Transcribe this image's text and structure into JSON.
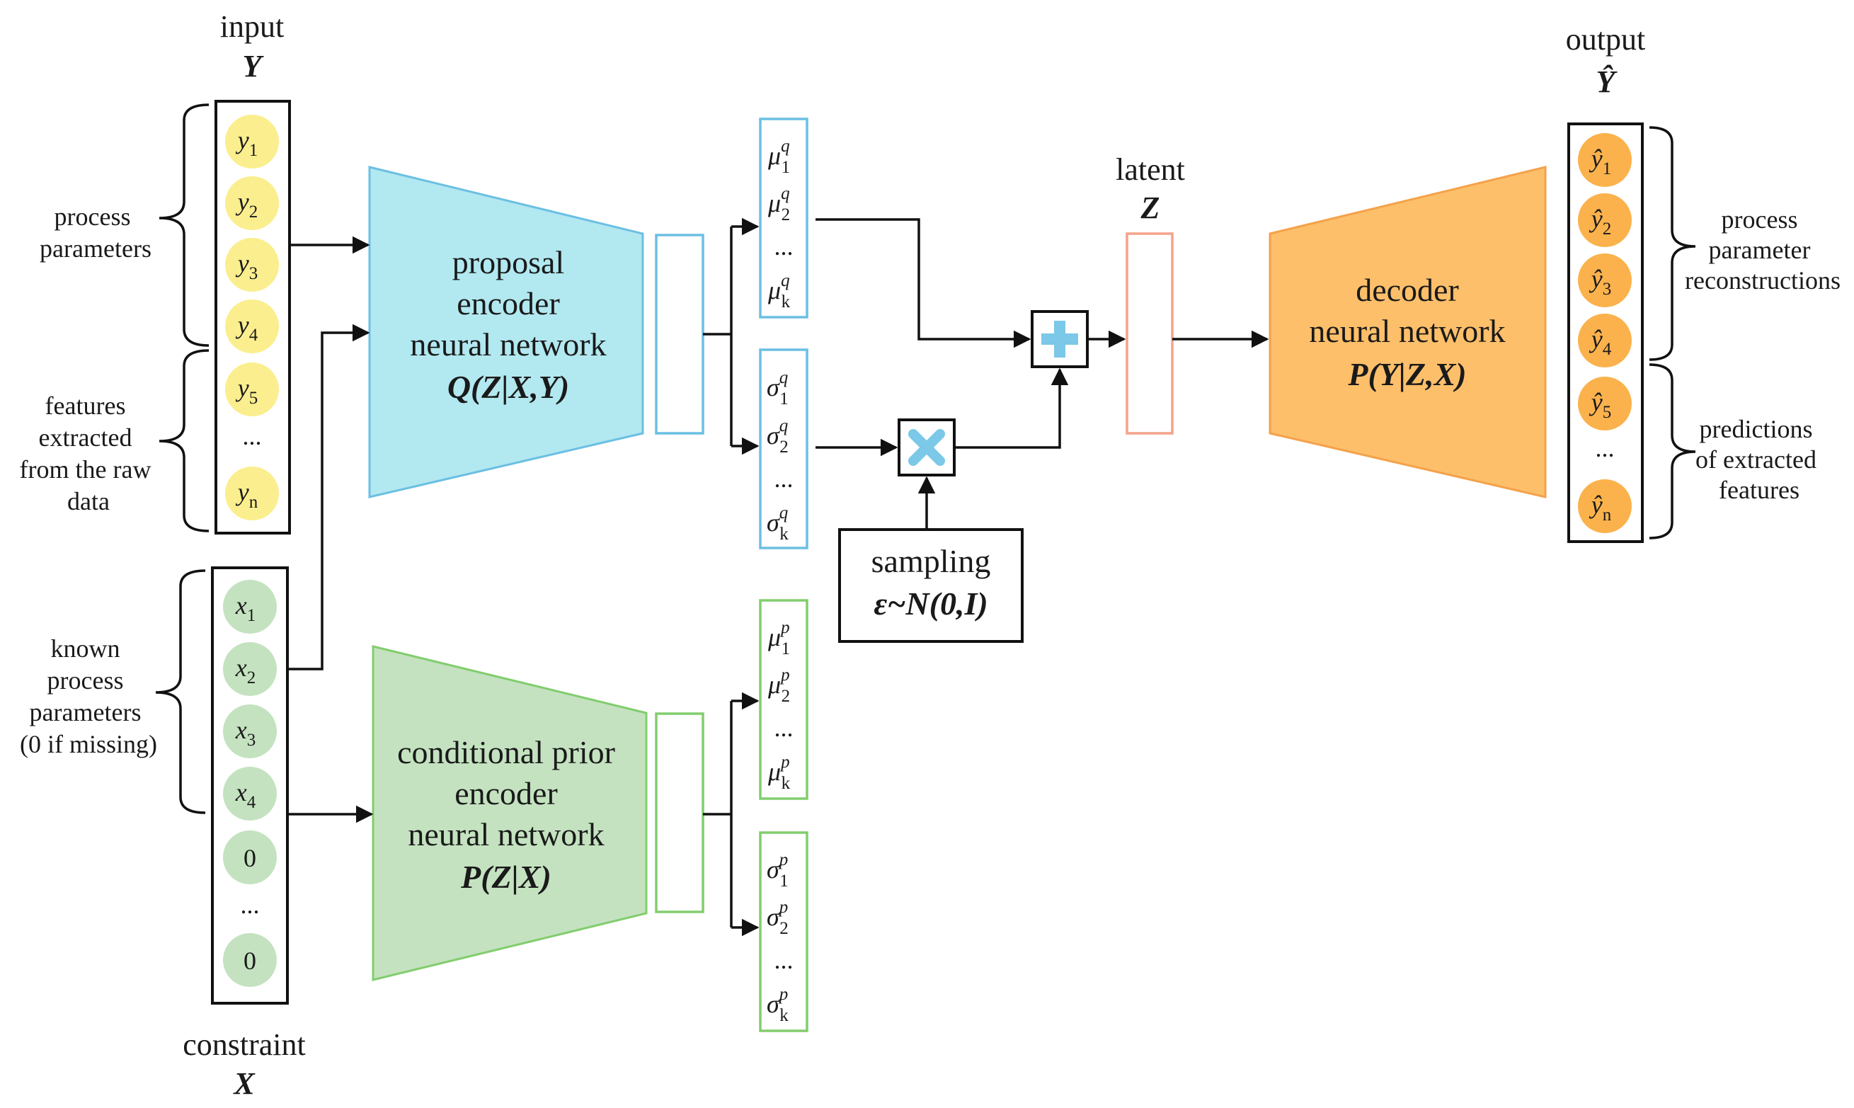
{
  "input": {
    "title": "input",
    "symbol": "Y",
    "nodes": [
      "y1",
      "y2",
      "y3",
      "y4",
      "y5",
      "...",
      "yn"
    ],
    "brace_process": "process parameters",
    "brace_features": "features extracted from the raw data"
  },
  "constraint": {
    "title": "constraint",
    "symbol": "X",
    "nodes": [
      "x1",
      "x2",
      "x3",
      "x4",
      "0",
      "...",
      "0"
    ],
    "brace_known": "known process parameters (0 if missing)"
  },
  "proposal_encoder": {
    "lines": [
      "proposal",
      "encoder",
      "neural network"
    ],
    "formula": "Q(Z|X,Y)",
    "color": "#b2e8f0",
    "stroke": "#6bbfe3"
  },
  "prior_encoder": {
    "lines": [
      "conditional prior",
      "encoder",
      "neural network"
    ],
    "formula": "P(Z|X)",
    "color": "#c4e2c0",
    "stroke": "#7cc66a"
  },
  "decoder": {
    "lines": [
      "decoder",
      "neural network"
    ],
    "formula": "P(Y|Z,X)",
    "color": "#fdbf6a",
    "stroke": "#f4a24a"
  },
  "q_mu": [
    "μ1q",
    "μ2q",
    "...",
    "μkq"
  ],
  "q_sigma": [
    "σ1q",
    "σ2q",
    "...",
    "σkq"
  ],
  "p_mu": [
    "μ1p",
    "μ2p",
    "...",
    "μkp"
  ],
  "p_sigma": [
    "σ1p",
    "σ2p",
    "...",
    "σkp"
  ],
  "sampling": {
    "title": "sampling",
    "formula": "ε~N(0,I)"
  },
  "latent": {
    "title": "latent",
    "symbol": "Z"
  },
  "output": {
    "title": "output",
    "symbol": "Ŷ",
    "nodes": [
      "ŷ1",
      "ŷ2",
      "ŷ3",
      "ŷ4",
      "ŷ5",
      "...",
      "ŷn"
    ],
    "brace_reconstructions": "process parameter reconstructions",
    "brace_predictions": "predictions of extracted features"
  },
  "colors": {
    "yellow_node": "#fbee8e",
    "green_node": "#c4e2c0",
    "orange_node": "#fbb24c",
    "blue_accent": "#7cc8e8",
    "green_accent": "#82cd6e",
    "salmon_accent": "#f4a28a"
  }
}
